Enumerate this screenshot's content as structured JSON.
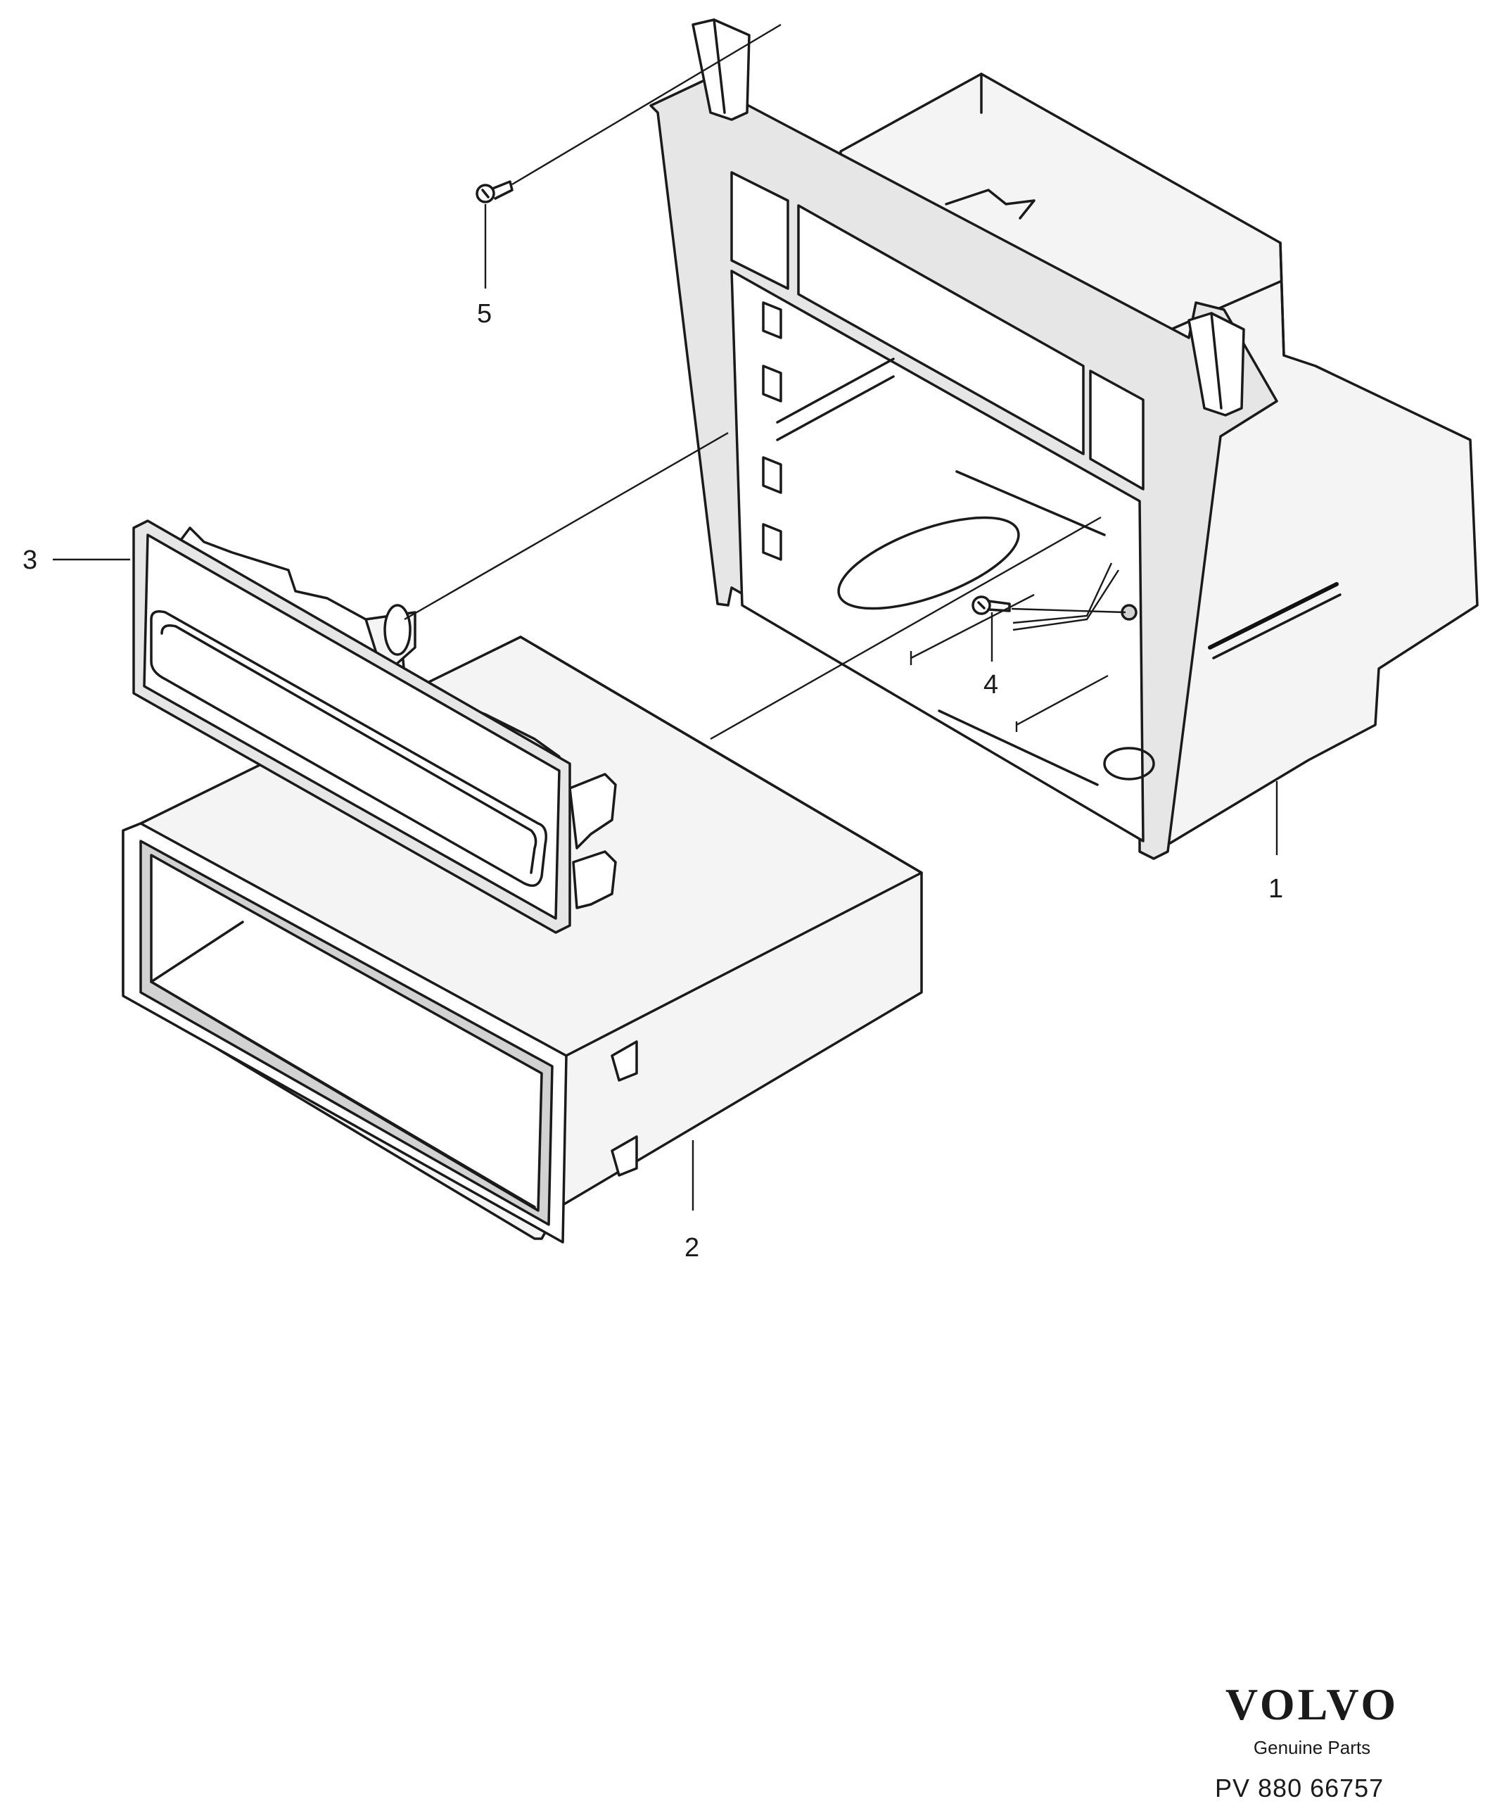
{
  "diagram": {
    "callouts": [
      {
        "id": "1",
        "label": "1"
      },
      {
        "id": "2",
        "label": "2"
      },
      {
        "id": "3",
        "label": "3"
      },
      {
        "id": "4",
        "label": "4"
      },
      {
        "id": "5",
        "label": "5"
      }
    ],
    "parts": [
      {
        "callout": "1",
        "icon": "mounting-frame-icon"
      },
      {
        "callout": "2",
        "icon": "storage-pocket-icon"
      },
      {
        "callout": "3",
        "icon": "front-panel-icon"
      },
      {
        "callout": "4",
        "icon": "screw-icon"
      },
      {
        "callout": "5",
        "icon": "screw-icon"
      }
    ]
  },
  "branding": {
    "logo_text": "VOLVO",
    "tagline": "Genuine Parts",
    "document_code": "PV 880 66757"
  },
  "colors": {
    "line": "#1a1a1a",
    "background": "#ffffff",
    "fill_shade": "#e6e6e6"
  }
}
